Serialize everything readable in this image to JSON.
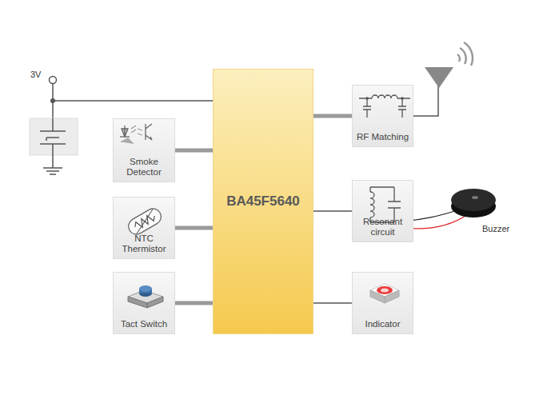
{
  "diagram": {
    "nodes": [
      {
        "text": [
          "Smoke Detector"
        ]
      },
      {
        "text": [
          "NTC Thermistor"
        ]
      },
      {
        "text": [
          "Tact Switch"
        ]
      },
      {
        "text": [
          "BA45F5640"
        ]
      },
      {
        "text": [
          "RF Matching"
        ]
      },
      {
        "text": [
          "Resonant circuit"
        ]
      },
      {
        "text": [
          "Indicator"
        ]
      }
    ],
    "edges": [
      {
        "from": 0,
        "to": 3,
        "arrow": "none"
      },
      {
        "from": 1,
        "to": 3,
        "arrow": "none"
      },
      {
        "from": 2,
        "to": 3,
        "arrow": "none"
      },
      {
        "from": 3,
        "to": 4,
        "arrow": "none"
      },
      {
        "from": 3,
        "to": 5,
        "arrow": "none"
      },
      {
        "from": 3,
        "to": 6,
        "arrow": "none"
      }
    ],
    "labels": [
      "3V",
      "Buzzer"
    ]
  }
}
